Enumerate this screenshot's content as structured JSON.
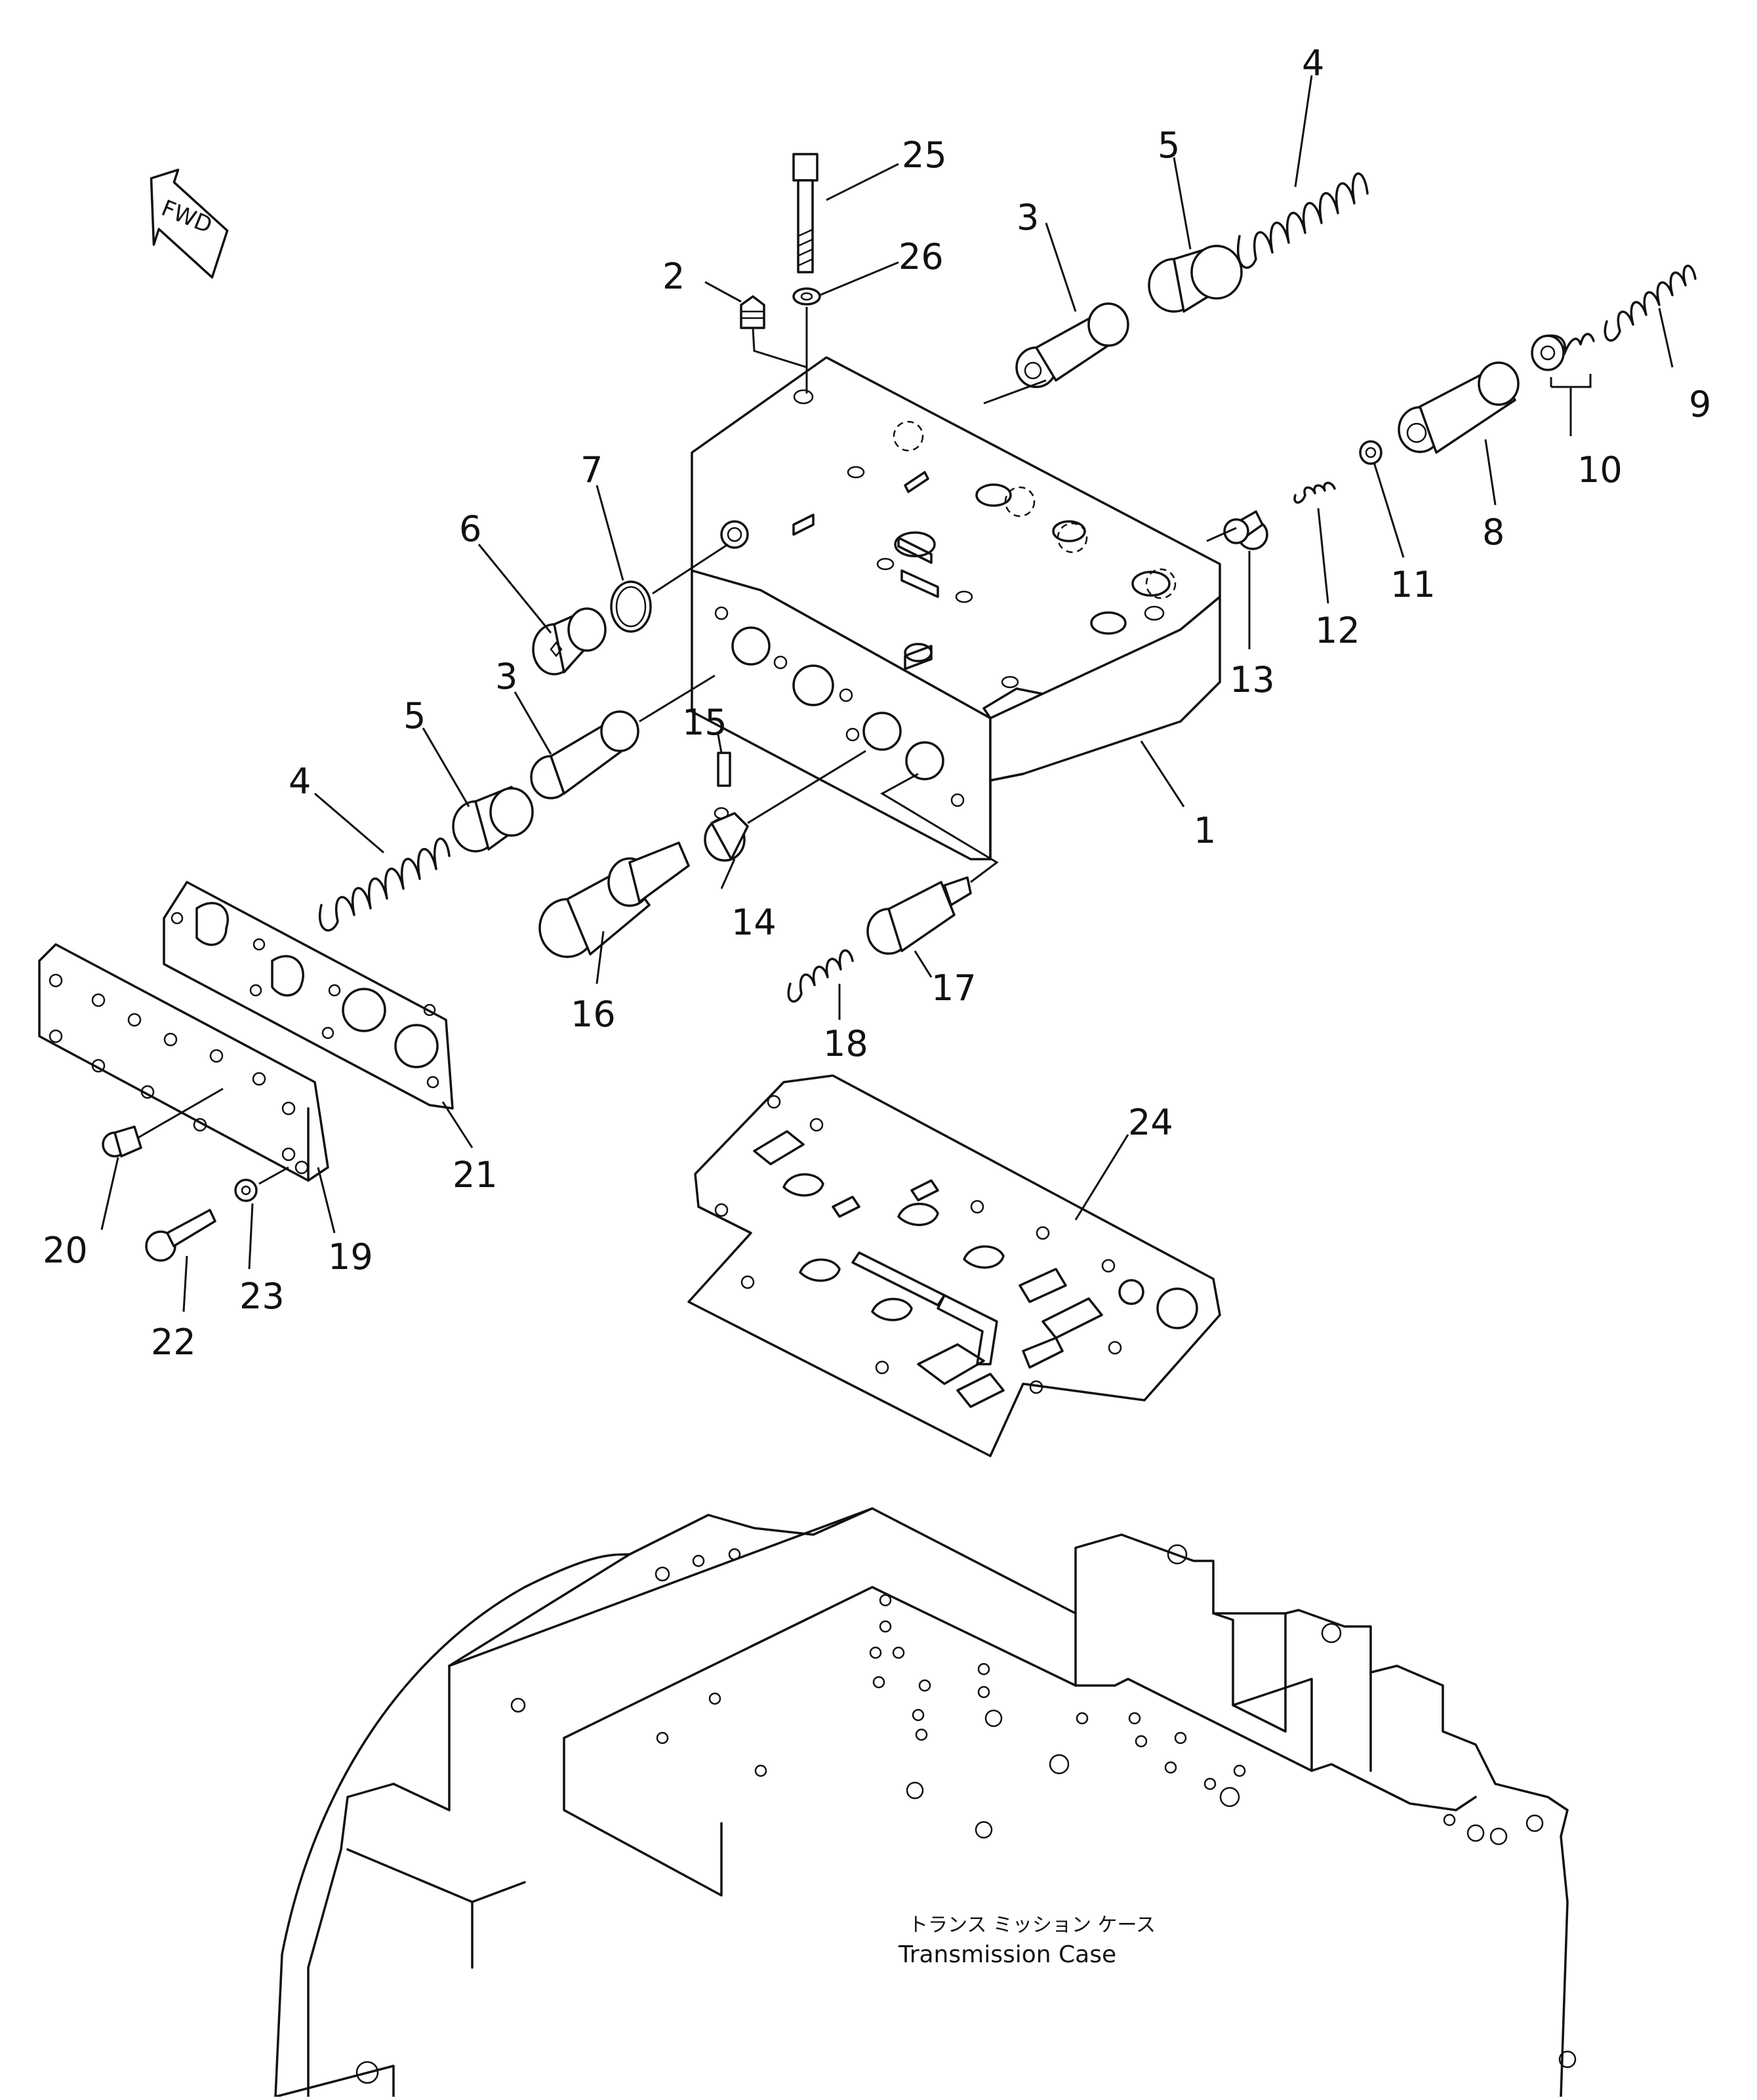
{
  "fwd_arrow": {
    "label": "FWD"
  },
  "labels": {
    "p1": "1",
    "p2": "2",
    "p3a": "3",
    "p3b": "3",
    "p4a": "4",
    "p4b": "4",
    "p5a": "5",
    "p5b": "5",
    "p6": "6",
    "p7": "7",
    "p8": "8",
    "p9": "9",
    "p10": "10",
    "p11": "11",
    "p12": "12",
    "p13": "13",
    "p14": "14",
    "p15": "15",
    "p16": "16",
    "p17": "17",
    "p18": "18",
    "p19": "19",
    "p20": "20",
    "p21": "21",
    "p22": "22",
    "p23": "23",
    "p24": "24",
    "p25": "25",
    "p26": "26"
  },
  "case_label": {
    "japanese": "トランス ミッション ケース",
    "english": "Transmission Case"
  }
}
